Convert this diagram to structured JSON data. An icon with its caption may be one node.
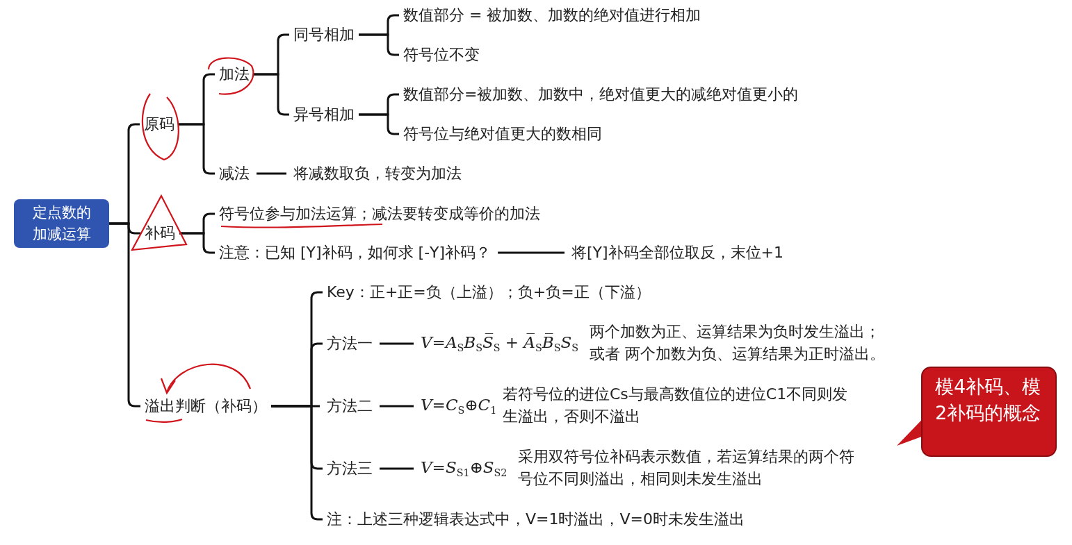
{
  "diagram": {
    "nodes": [
      {
        "text": [
          "定点数的加减运算"
        ]
      },
      {
        "text": [
          "原码"
        ]
      },
      {
        "text": [
          "加法"
        ]
      },
      {
        "text": [
          "同号相加"
        ]
      },
      {
        "text": [
          "数值部分 = 被加数、加数的绝对值进行相加"
        ]
      },
      {
        "text": [
          "符号位不变"
        ]
      },
      {
        "text": [
          "异号相加"
        ]
      },
      {
        "text": [
          "数值部分=被加数、加数中，绝对值更大的减绝对值更小的"
        ]
      },
      {
        "text": [
          "符号位与绝对值更大的数相同"
        ]
      },
      {
        "text": [
          "减法"
        ]
      },
      {
        "text": [
          "将减数取负，转变为加法"
        ]
      },
      {
        "text": [
          "补码"
        ]
      },
      {
        "text": [
          "符号位参与加法运算；减法要转变成等价的加法"
        ]
      },
      {
        "text": [
          "注意：已知 [Y]补码，如何求 [-Y]补码？"
        ]
      },
      {
        "text": [
          "将[Y]补码全部位取反，末位+1"
        ]
      },
      {
        "text": [
          "溢出判断（补码）"
        ]
      },
      {
        "text": [
          "Key：正+正=负（上溢）；负+负=正（下溢）"
        ]
      },
      {
        "text": [
          "方法一"
        ]
      },
      {
        "text": [
          "V=A$_{S}$B$_{S}$S̅$_{S}$ + A̅$_{S}$B̅$_{S}$S$_{S}$"
        ],
        "beside": [
          "两个加数为正、运算结果为负时发生溢出；",
          "或者 两个加数为负、运算结果为正时溢出。"
        ]
      },
      {
        "text": [
          "方法二"
        ]
      },
      {
        "text": [
          "V=C$_{S}$⊕C$_{1}$"
        ],
        "beside": [
          "若符号位的进位Cs与最高数值位的进位C1不同则发生溢出，否则不溢出"
        ]
      },
      {
        "text": [
          "方法三"
        ]
      },
      {
        "text": [
          "V=S$_{S1}$⊕S$_{S2}$"
        ],
        "beside": [
          "采用双符号位补码表示数值，若运算结果的两个符号位不同则溢出，相同则未发生溢出"
        ]
      },
      {
        "text": [
          "注：上述三种逻辑表达式中，V=1时溢出，V=0时未发生溢出"
        ]
      },
      {
        "text": [
          "模4补码、模2补码的概念"
        ]
      }
    ],
    "edges": [
      {
        "from": 0,
        "to": 1,
        "arrow": "none"
      },
      {
        "from": 0,
        "to": 11,
        "arrow": "none"
      },
      {
        "from": 0,
        "to": 15,
        "arrow": "none"
      },
      {
        "from": 1,
        "to": 2,
        "arrow": "none"
      },
      {
        "from": 1,
        "to": 9,
        "arrow": "none"
      },
      {
        "from": 2,
        "to": 3,
        "arrow": "none"
      },
      {
        "from": 2,
        "to": 6,
        "arrow": "none"
      },
      {
        "from": 3,
        "to": 4,
        "arrow": "none"
      },
      {
        "from": 3,
        "to": 5,
        "arrow": "none"
      },
      {
        "from": 6,
        "to": 7,
        "arrow": "none"
      },
      {
        "from": 6,
        "to": 8,
        "arrow": "none"
      },
      {
        "from": 9,
        "to": 10,
        "arrow": "none"
      },
      {
        "from": 11,
        "to": 12,
        "arrow": "none"
      },
      {
        "from": 11,
        "to": 13,
        "arrow": "none"
      },
      {
        "from": 13,
        "to": 14,
        "arrow": "none"
      },
      {
        "from": 15,
        "to": 16,
        "arrow": "none"
      },
      {
        "from": 15,
        "to": 17,
        "arrow": "none"
      },
      {
        "from": 15,
        "to": 19,
        "arrow": "none"
      },
      {
        "from": 15,
        "to": 21,
        "arrow": "none"
      },
      {
        "from": 15,
        "to": 23,
        "arrow": "none"
      },
      {
        "from": 17,
        "to": 18,
        "arrow": "none"
      },
      {
        "from": 19,
        "to": 20,
        "arrow": "none"
      },
      {
        "from": 21,
        "to": 22,
        "arrow": "none"
      }
    ]
  }
}
